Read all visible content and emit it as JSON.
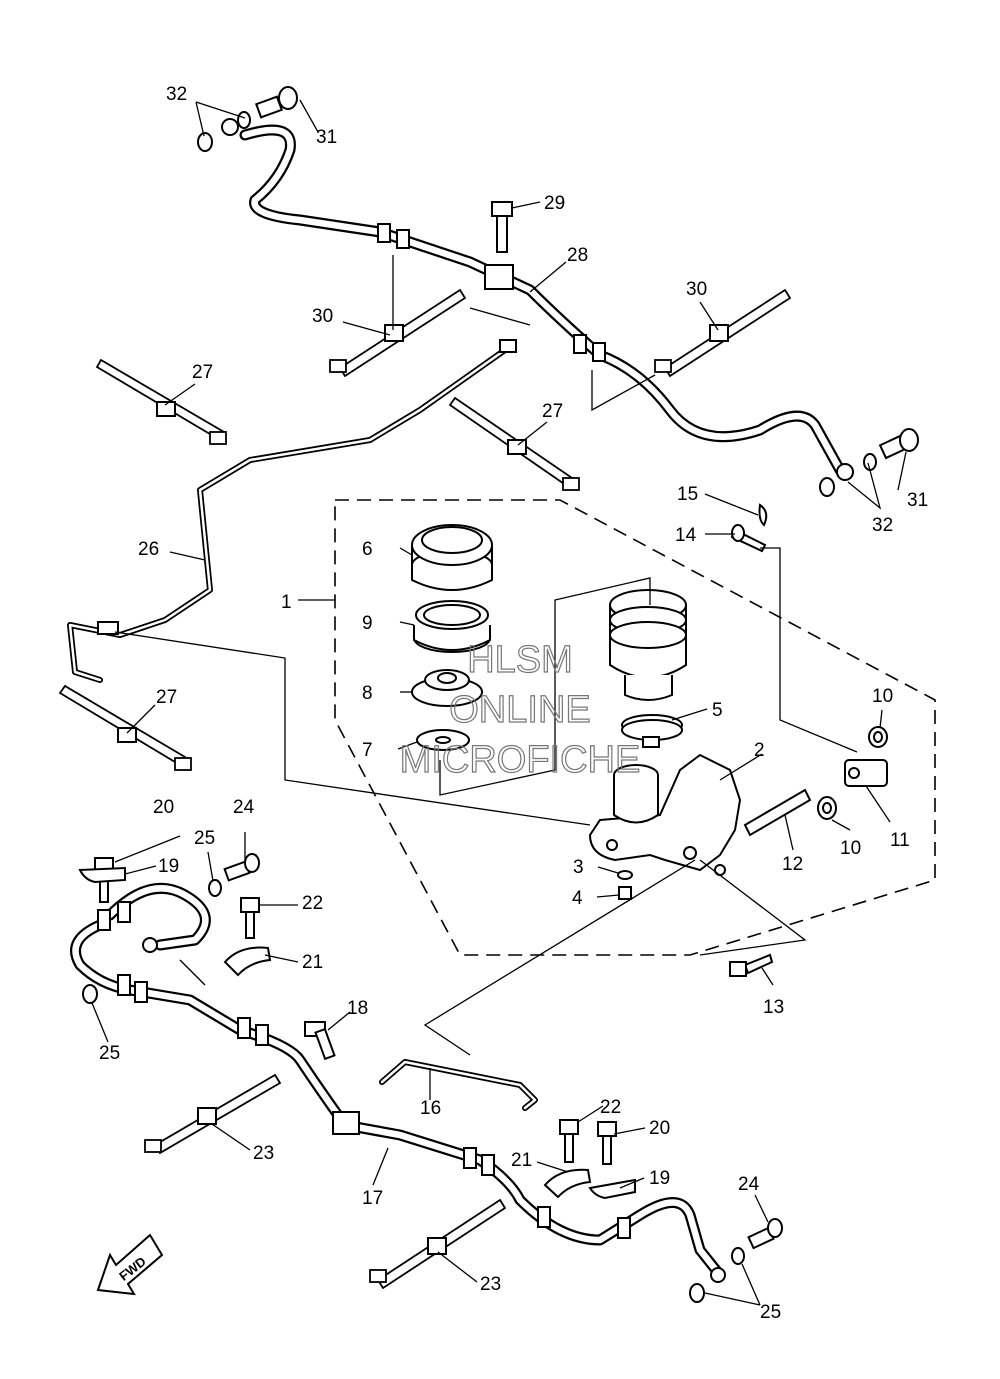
{
  "diagram": {
    "callouts": {
      "c1": "1",
      "c2": "2",
      "c3": "3",
      "c4": "4",
      "c5": "5",
      "c6": "6",
      "c7": "7",
      "c8": "8",
      "c9": "9",
      "c10a": "10",
      "c10b": "10",
      "c11": "11",
      "c12": "12",
      "c13": "13",
      "c14": "14",
      "c15": "15",
      "c16": "16",
      "c17": "17",
      "c18": "18",
      "c19a": "19",
      "c19b": "19",
      "c20a": "20",
      "c20b": "20",
      "c21a": "21",
      "c21b": "21",
      "c22a": "22",
      "c22b": "22",
      "c23a": "23",
      "c23b": "23",
      "c24a": "24",
      "c24b": "24",
      "c25a": "25",
      "c25b": "25",
      "c25c": "25",
      "c26": "26",
      "c27a": "27",
      "c27b": "27",
      "c27c": "27",
      "c28": "28",
      "c29": "29",
      "c30a": "30",
      "c30b": "30",
      "c31a": "31",
      "c31b": "31",
      "c32a": "32",
      "c32b": "32"
    },
    "watermark": {
      "line1": "HLSM",
      "line2": "ONLINE",
      "line3": "MICROFICHE"
    },
    "fwd_label": "FWD"
  }
}
